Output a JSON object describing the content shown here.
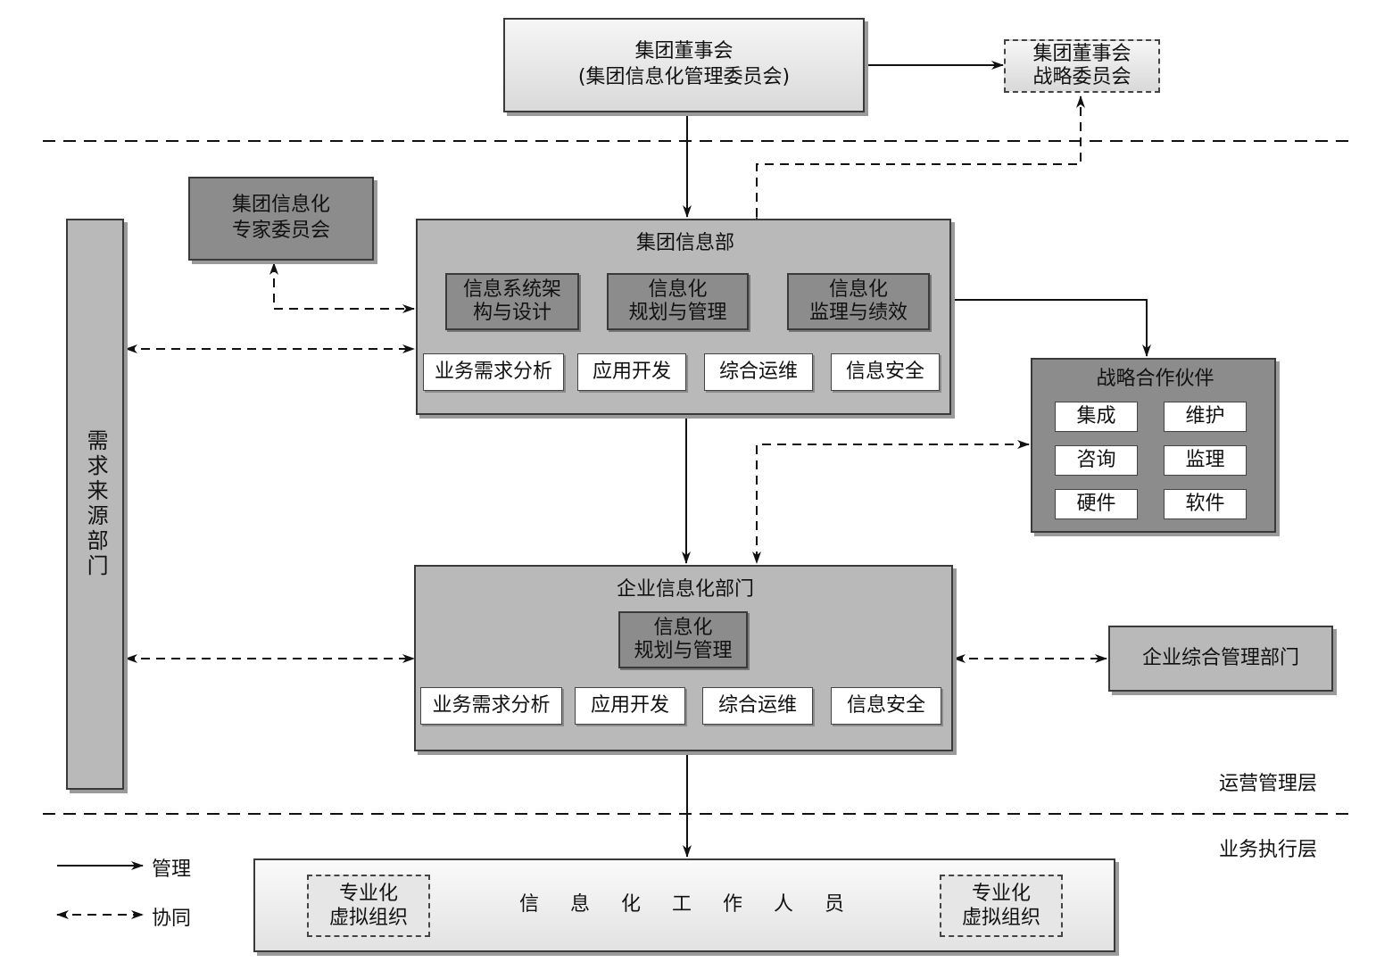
{
  "board": {
    "title": "集团董事会\n(集团信息化管理委员会)"
  },
  "strategy_committee": {
    "title": "集团董事会\n战略委员会"
  },
  "expert_committee": {
    "title": "集团信息化\n专家委员会"
  },
  "demand_dept": {
    "title": "需求来源部门"
  },
  "group_it_dept": {
    "title": "集团信息部",
    "modules": [
      "信息系统架\n构与设计",
      "信息化\n规划与管理",
      "信息化\n监理与绩效"
    ],
    "functions": [
      "业务需求分析",
      "应用开发",
      "综合运维",
      "信息安全"
    ]
  },
  "partners": {
    "title": "战略合作伙伴",
    "items": [
      "集成",
      "维护",
      "咨询",
      "监理",
      "硬件",
      "软件"
    ]
  },
  "enterprise_it_dept": {
    "title": "企业信息化部门",
    "module": "信息化\n规划与管理",
    "functions": [
      "业务需求分析",
      "应用开发",
      "综合运维",
      "信息安全"
    ]
  },
  "enterprise_mgmt_dept": {
    "title": "企业综合管理部门"
  },
  "staff": {
    "title": "信 息 化 工 作 人 员",
    "virtual_left": "专业化\n虚拟组织",
    "virtual_right": "专业化\n虚拟组织"
  },
  "layers": {
    "operation": "运营管理层",
    "execution": "业务执行层"
  },
  "legend": {
    "manage": "管理",
    "collaborate": "协同"
  }
}
